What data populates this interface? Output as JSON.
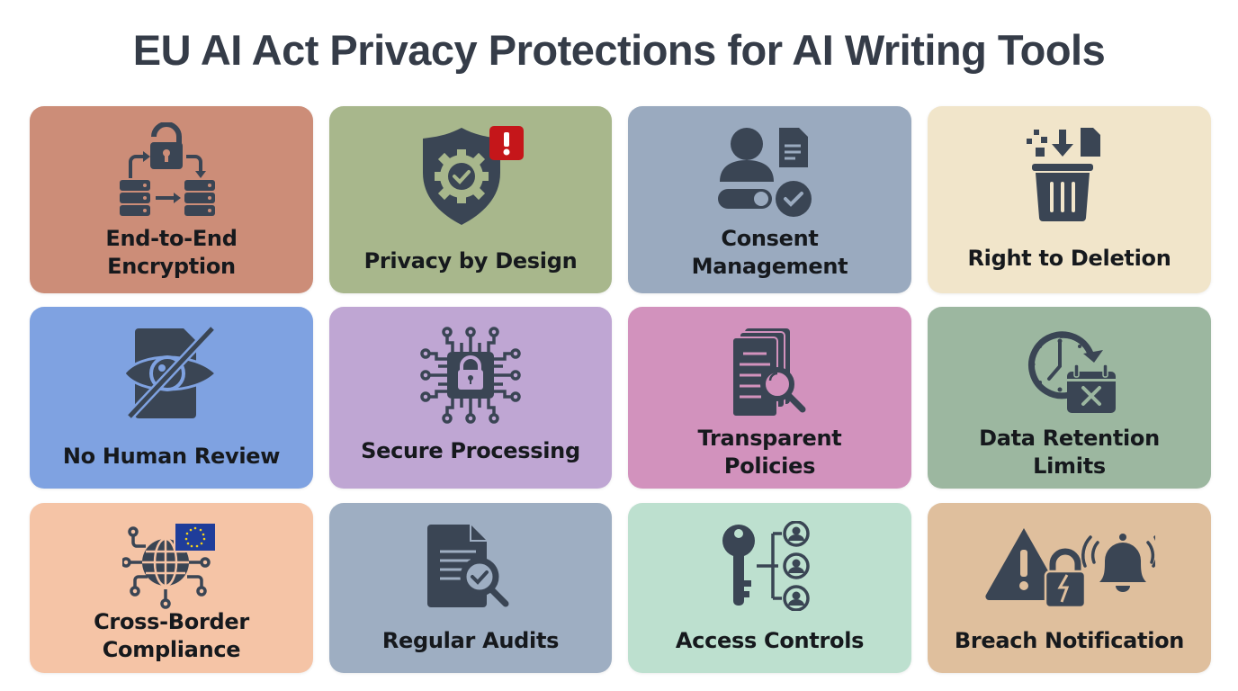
{
  "title": "EU AI Act Privacy Protections for AI Writing Tools",
  "icon_color": "#3a4554",
  "cards": [
    {
      "label_line1": "End-to-End",
      "label_line2": "Encryption",
      "icon": "encryption-lock-servers-icon",
      "color": "#cc8d78"
    },
    {
      "label_line1": "Privacy by Design",
      "label_line2": "",
      "icon": "shield-gear-check-alert-icon",
      "color": "#a8b78c"
    },
    {
      "label_line1": "Consent",
      "label_line2": "Management",
      "icon": "user-document-toggle-check-icon",
      "color": "#9aaabf"
    },
    {
      "label_line1": "Right to Deletion",
      "label_line2": "",
      "icon": "trash-delete-icon",
      "color": "#f1e5ca"
    },
    {
      "label_line1": "No Human Review",
      "label_line2": "",
      "icon": "eye-slash-document-icon",
      "color": "#7fa2e1"
    },
    {
      "label_line1": "Secure Processing",
      "label_line2": "",
      "icon": "chip-lock-icon",
      "color": "#bfa6d3"
    },
    {
      "label_line1": "Transparent",
      "label_line2": "Policies",
      "icon": "documents-magnifier-icon",
      "color": "#d292bd"
    },
    {
      "label_line1": "Data Retention",
      "label_line2": "Limits",
      "icon": "clock-calendar-x-icon",
      "color": "#9cb7a0"
    },
    {
      "label_line1": "Cross-Border",
      "label_line2": "Compliance",
      "icon": "globe-network-eu-flag-icon",
      "color": "#f5c4a6"
    },
    {
      "label_line1": "Regular Audits",
      "label_line2": "",
      "icon": "document-audit-check-icon",
      "color": "#9eaec2"
    },
    {
      "label_line1": "Access Controls",
      "label_line2": "",
      "icon": "key-users-icon",
      "color": "#bde0cf"
    },
    {
      "label_line1": "Breach Notification",
      "label_line2": "",
      "icon": "warning-broken-lock-bell-icon",
      "color": "#dfbf9d"
    }
  ]
}
